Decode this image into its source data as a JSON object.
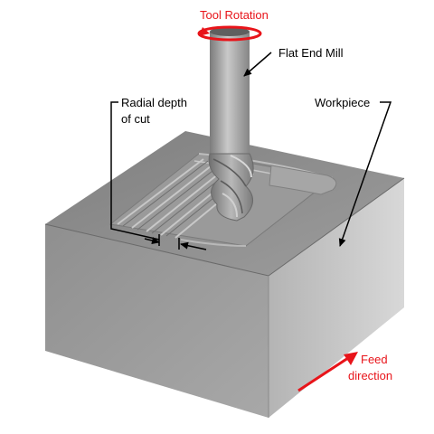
{
  "labels": {
    "tool_rotation": "Tool Rotation",
    "flat_end_mill": "Flat End Mill",
    "radial_depth_line1": "Radial depth",
    "radial_depth_line2": "of cut",
    "workpiece": "Workpiece",
    "feed_line1": "Feed",
    "feed_line2": "direction"
  },
  "colors": {
    "accent_red": "#e8141a",
    "label_black": "#000000",
    "block_top": "#8e8e8e",
    "block_left": "#9b9b9b",
    "block_right": "#c4c4c4",
    "tool": "#a9a9a9"
  }
}
